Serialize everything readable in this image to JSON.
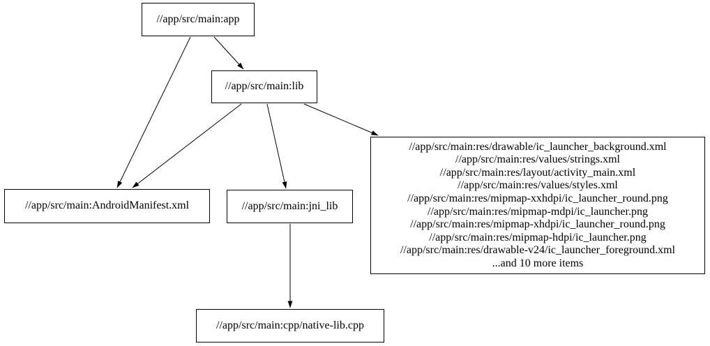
{
  "graph": {
    "background_color": "#ffffff",
    "node_border_color": "#000000",
    "edge_color": "#000000",
    "text_color": "#000000",
    "nodes": {
      "app": {
        "label": "//app/src/main:app"
      },
      "lib": {
        "label": "//app/src/main:lib"
      },
      "android_manifest": {
        "label": "//app/src/main:AndroidManifest.xml"
      },
      "jni_lib": {
        "label": "//app/src/main:jni_lib"
      },
      "native_lib_cpp": {
        "label": "//app/src/main:cpp/native-lib.cpp"
      },
      "res_files": {
        "lines": [
          "//app/src/main:res/drawable/ic_launcher_background.xml",
          "//app/src/main:res/values/strings.xml",
          "//app/src/main:res/layout/activity_main.xml",
          "//app/src/main:res/values/styles.xml",
          "//app/src/main:res/mipmap-xxhdpi/ic_launcher_round.png",
          "//app/src/main:res/mipmap-mdpi/ic_launcher.png",
          "//app/src/main:res/mipmap-xhdpi/ic_launcher_round.png",
          "//app/src/main:res/mipmap-hdpi/ic_launcher.png",
          "//app/src/main:res/drawable-v24/ic_launcher_foreground.xml",
          "...and 10 more items"
        ]
      }
    },
    "edges": [
      {
        "from": "app",
        "to": "lib"
      },
      {
        "from": "app",
        "to": "android_manifest"
      },
      {
        "from": "lib",
        "to": "android_manifest"
      },
      {
        "from": "lib",
        "to": "jni_lib"
      },
      {
        "from": "lib",
        "to": "res_files"
      },
      {
        "from": "jni_lib",
        "to": "native_lib_cpp"
      }
    ]
  }
}
